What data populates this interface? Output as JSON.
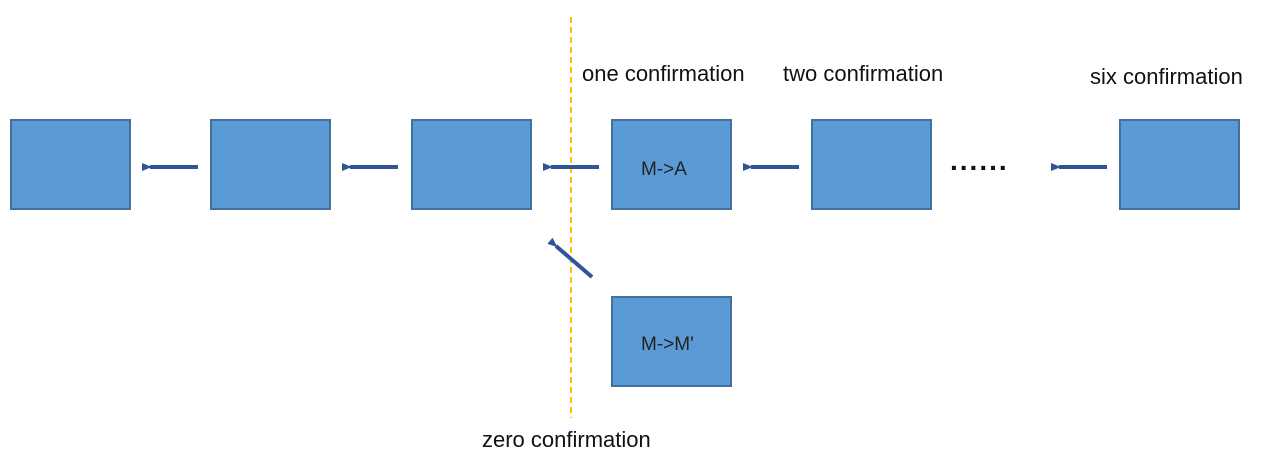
{
  "colors": {
    "block_fill": "#5b9bd5",
    "block_stroke": "#41719c",
    "arrow": "#2f5597",
    "divider": "#ffc000",
    "text": "#111111"
  },
  "blocks": [
    {
      "name": "block-1",
      "label": ""
    },
    {
      "name": "block-2",
      "label": ""
    },
    {
      "name": "block-3",
      "label": ""
    },
    {
      "name": "block-one-confirmation",
      "label": "M->A"
    },
    {
      "name": "block-two-confirmation",
      "label": ""
    },
    {
      "name": "block-six-confirmation",
      "label": ""
    },
    {
      "name": "block-fork",
      "label": "M->M'"
    }
  ],
  "ellipsis": "......",
  "labels": {
    "one_confirmation": "one confirmation",
    "two_confirmation": "two confirmation",
    "six_confirmation": "six confirmation",
    "zero_confirmation": "zero confirmation"
  }
}
